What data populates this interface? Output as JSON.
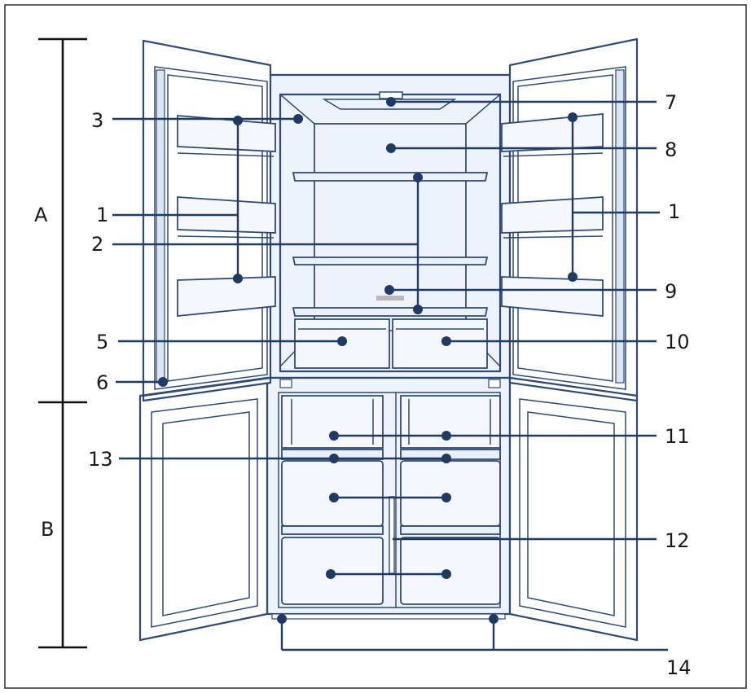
{
  "labels": {
    "A": "A",
    "B": "B",
    "1": "1",
    "2": "2",
    "3": "3",
    "5": "5",
    "6": "6",
    "7": "7",
    "8": "8",
    "9": "9",
    "10": "10",
    "11": "11",
    "12": "12",
    "13": "13",
    "14": "14"
  },
  "colors": {
    "line": "#1f3b63",
    "outline": "#2e4a75",
    "interior": "#dce7f6"
  }
}
